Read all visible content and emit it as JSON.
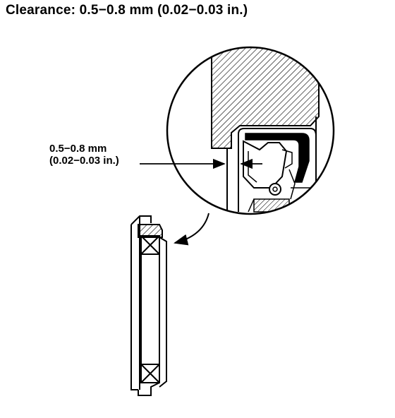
{
  "title": "Clearance: 0.5−0.8 mm (0.02−0.03 in.)",
  "callout": {
    "line1": "0.5−0.8 mm",
    "line2": "(0.02−0.03 in.)"
  }
}
